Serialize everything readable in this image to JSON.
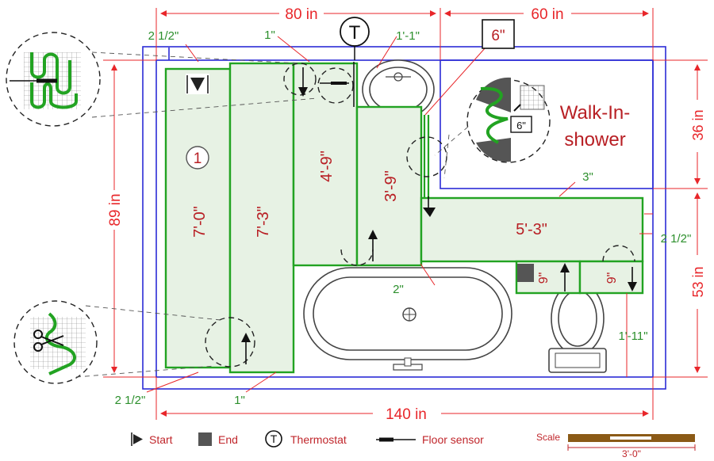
{
  "dimensions": {
    "top_left": "80 in",
    "top_right": "60 in",
    "left": "89 in",
    "right_top": "36 in",
    "right_bottom": "53 in",
    "bottom": "140 in"
  },
  "gaps": {
    "top_left": "2 1/2\"",
    "top_mid": "1\"",
    "sink": "1'-1\"",
    "shower_gap": "3\"",
    "right": "2 1/2\"",
    "tub": "2\"",
    "toilet": "1'-11\"",
    "bottom_left": "2 1/2\"",
    "bottom_mid": "1\""
  },
  "mats": {
    "m1": "7'-0\"",
    "m2": "7'-3\"",
    "m3": "4'-9\"",
    "m4": "3'-9\"",
    "m5": "5'-3\"",
    "m6": "9\"",
    "m7": "9\""
  },
  "labels": {
    "mat_number": "1",
    "shower_line1": "Walk-In-",
    "shower_line2": "shower",
    "six_inch_box": "6\"",
    "six_inch_small": "6\"",
    "thermostat_symbol": "T"
  },
  "legend": {
    "start": "Start",
    "end": "End",
    "thermostat": "Thermostat",
    "thermostat_symbol": "T",
    "floor_sensor": "Floor sensor"
  },
  "scale": {
    "label": "Scale",
    "value": "3'-0\""
  },
  "colors": {
    "dimension": "#e8262a",
    "gap": "#2c8f2c",
    "mat_fill": "#e7f2e4",
    "mat_stroke": "#22a322",
    "wall": "#2b2bd6",
    "scale_bar": "#8b5a16"
  }
}
